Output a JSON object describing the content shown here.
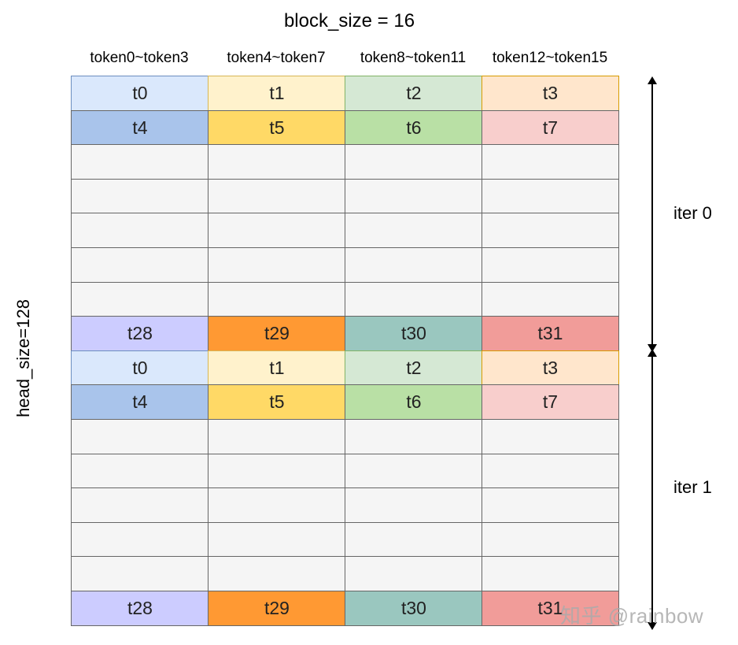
{
  "title": "block_size = 16",
  "column_headers": [
    "token0~token3",
    "token4~token7",
    "token8~token11",
    "token12~token15"
  ],
  "side_label": "head_size=128",
  "iterations": [
    {
      "label": "iter 0",
      "rows": [
        [
          "t0",
          "t1",
          "t2",
          "t3"
        ],
        [
          "t4",
          "t5",
          "t6",
          "t7"
        ],
        [
          "",
          "",
          "",
          ""
        ],
        [
          "",
          "",
          "",
          ""
        ],
        [
          "",
          "",
          "",
          ""
        ],
        [
          "",
          "",
          "",
          ""
        ],
        [
          "",
          "",
          "",
          ""
        ],
        [
          "t28",
          "t29",
          "t30",
          "t31"
        ]
      ]
    },
    {
      "label": "iter 1",
      "rows": [
        [
          "t0",
          "t1",
          "t2",
          "t3"
        ],
        [
          "t4",
          "t5",
          "t6",
          "t7"
        ],
        [
          "",
          "",
          "",
          ""
        ],
        [
          "",
          "",
          "",
          ""
        ],
        [
          "",
          "",
          "",
          ""
        ],
        [
          "",
          "",
          "",
          ""
        ],
        [
          "",
          "",
          "",
          ""
        ],
        [
          "t28",
          "t29",
          "t30",
          "t31"
        ]
      ]
    }
  ],
  "colors": {
    "row_first": [
      "#dae8fc",
      "#fff2cc",
      "#d5e8d4",
      "#ffe6cc"
    ],
    "row_second": [
      "#a9c4eb",
      "#ffd966",
      "#b9e0a5",
      "#f8cecc"
    ],
    "row_last": [
      "#ccccff",
      "#ff9933",
      "#9ac7bf",
      "#f19c99"
    ],
    "empty": "#f5f5f5",
    "border_first": [
      "#6c8ebf",
      "#d6b656",
      "#82b366",
      "#d79b00"
    ]
  },
  "watermark": "知乎 @rainbow"
}
